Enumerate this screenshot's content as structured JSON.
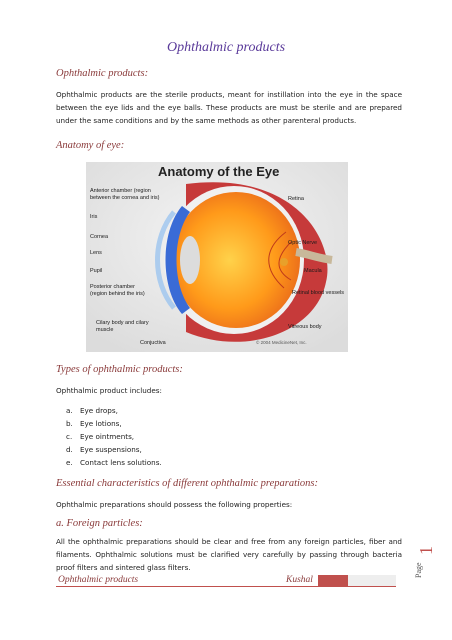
{
  "title": "Ophthalmic products",
  "sections": {
    "intro": {
      "heading": "Ophthalmic products:",
      "text": "Ophthalmic products are the sterile products, meant for instillation into the eye in the space between the eye lids and the eye balls. These products are must be sterile and are prepared under the same conditions and by the same methods as other parenteral products."
    },
    "anatomy": {
      "heading": "Anatomy of eye:",
      "figure": {
        "title": "Anatomy of the Eye",
        "copyright": "© 2004 MedicineNet, Inc.",
        "labels_left": [
          "Anterior chamber (region between the cornea and iris)",
          "Iris",
          "Cornea",
          "Lens",
          "Pupil",
          "Posterior chamber (region behind the iris)",
          "Cilary body and cilary muscle",
          "Conjuctiva"
        ],
        "labels_right": [
          "Retina",
          "Optic Nerve",
          "Macula",
          "Retinal blood vessels",
          "Vitreous body"
        ]
      }
    },
    "types": {
      "heading": "Types of ophthalmic products:",
      "intro": "Ophthalmic product includes:",
      "items": [
        {
          "marker": "a.",
          "text": "Eye drops,"
        },
        {
          "marker": "b.",
          "text": "Eye lotions,"
        },
        {
          "marker": "c.",
          "text": "Eye ointments,"
        },
        {
          "marker": "d.",
          "text": "Eye suspensions,"
        },
        {
          "marker": "e.",
          "text": "Contact lens solutions."
        }
      ]
    },
    "characteristics": {
      "heading": "Essential characteristics of different ophthalmic preparations:",
      "intro": "Ophthalmic preparations should possess the following properties:"
    },
    "foreign": {
      "heading": "a.  Foreign particles:",
      "text": "All the ophthalmic preparations should be clear and free from any foreign particles, fiber and filaments. Ophthalmic solutions must be clarified very carefully by passing through bacteria proof filters and sintered glass filters."
    }
  },
  "footer": {
    "left": "Ophthalmic products",
    "right": "Kushal",
    "page_label": "Page",
    "page_number": "1"
  },
  "colors": {
    "title": "#5a3a9a",
    "heading": "#8a3a3a",
    "accent": "#c0504d"
  }
}
